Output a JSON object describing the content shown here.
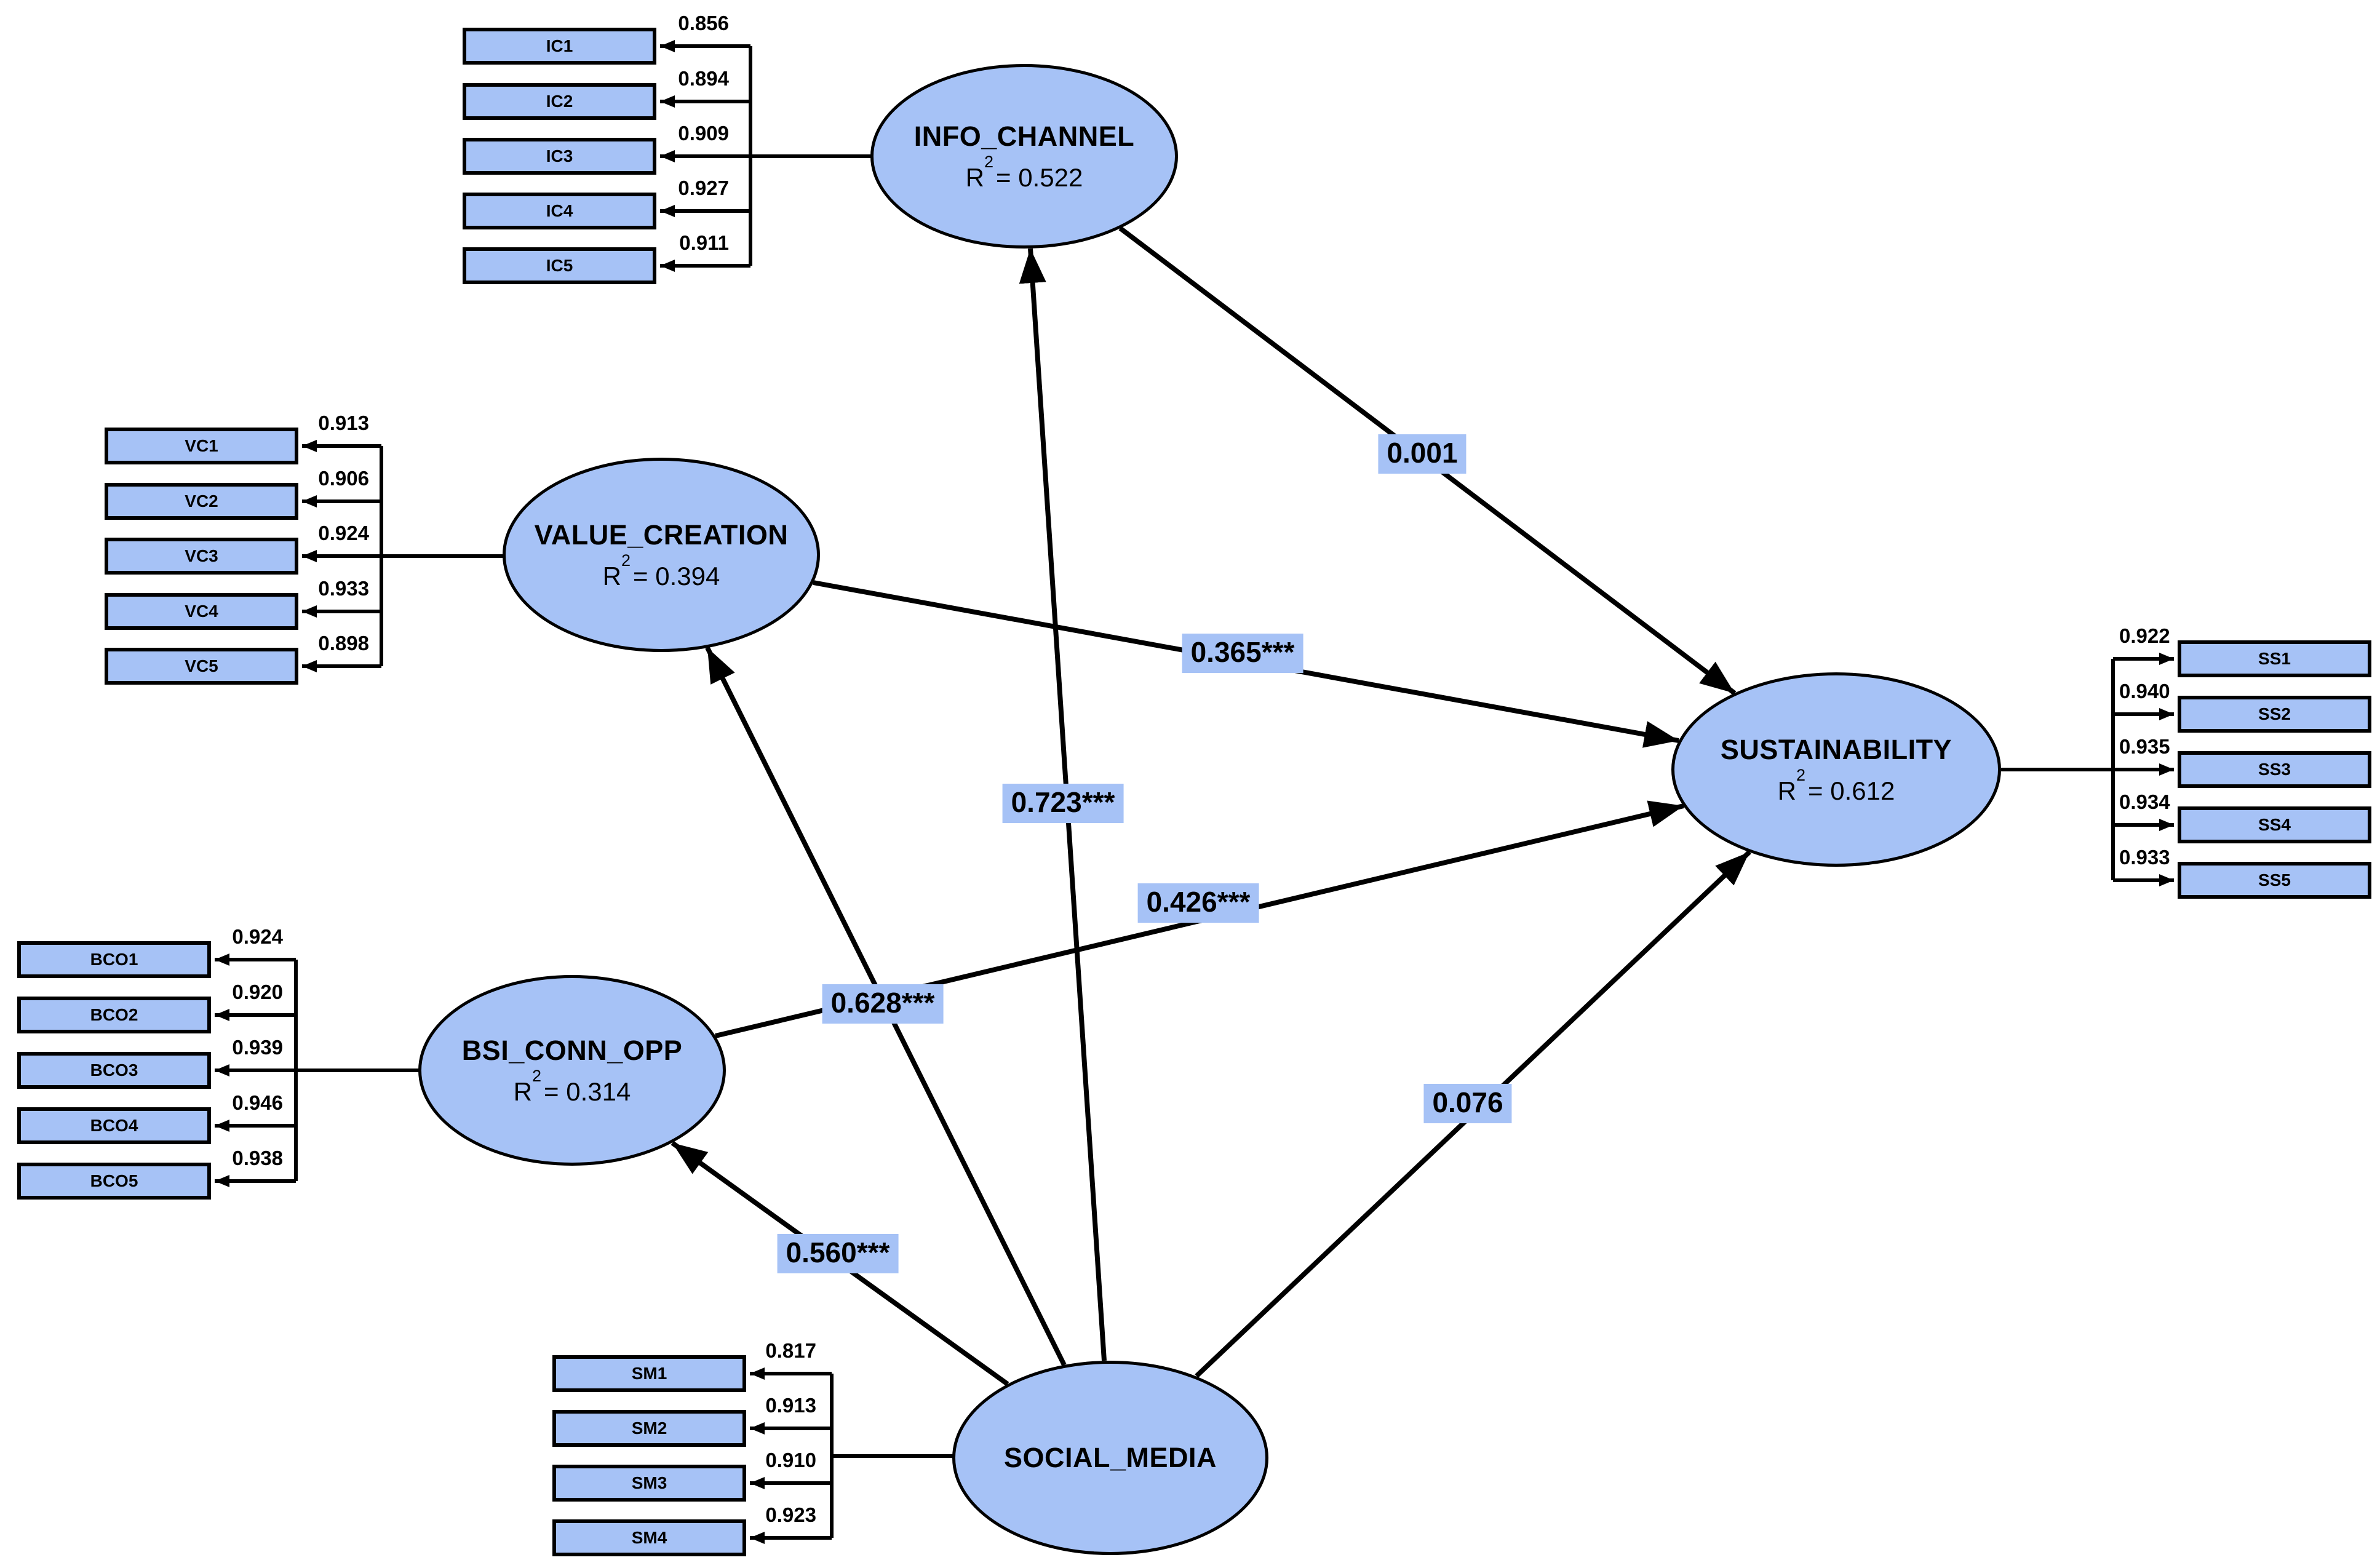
{
  "colors": {
    "shape_fill": "#a6c2f6",
    "shape_border": "#000000",
    "connector_line": "#000000",
    "coefficient_label_bg": "#a6c2f6",
    "text": "#000000",
    "background": "#ffffff"
  },
  "constructs": {
    "info_channel": {
      "label": "INFO_CHANNEL",
      "r2_base": "R",
      "r2_sup": "2",
      "r2_rest": "= 0.522"
    },
    "value_creation": {
      "label": "VALUE_CREATION",
      "r2_base": "R",
      "r2_sup": "2",
      "r2_rest": "= 0.394"
    },
    "bsi_conn_opp": {
      "label": "BSI_CONN_OPP",
      "r2_base": "R",
      "r2_sup": "2",
      "r2_rest": "= 0.314"
    },
    "social_media": {
      "label": "SOCIAL_MEDIA"
    },
    "sustainability": {
      "label": "SUSTAINABILITY",
      "r2_base": "R",
      "r2_sup": "2",
      "r2_rest": "= 0.612"
    }
  },
  "indicators": {
    "ic": [
      {
        "label": "IC1",
        "loading": "0.856"
      },
      {
        "label": "IC2",
        "loading": "0.894"
      },
      {
        "label": "IC3",
        "loading": "0.909"
      },
      {
        "label": "IC4",
        "loading": "0.927"
      },
      {
        "label": "IC5",
        "loading": "0.911"
      }
    ],
    "vc": [
      {
        "label": "VC1",
        "loading": "0.913"
      },
      {
        "label": "VC2",
        "loading": "0.906"
      },
      {
        "label": "VC3",
        "loading": "0.924"
      },
      {
        "label": "VC4",
        "loading": "0.933"
      },
      {
        "label": "VC5",
        "loading": "0.898"
      }
    ],
    "bco": [
      {
        "label": "BCO1",
        "loading": "0.924"
      },
      {
        "label": "BCO2",
        "loading": "0.920"
      },
      {
        "label": "BCO3",
        "loading": "0.939"
      },
      {
        "label": "BCO4",
        "loading": "0.946"
      },
      {
        "label": "BCO5",
        "loading": "0.938"
      }
    ],
    "sm": [
      {
        "label": "SM1",
        "loading": "0.817"
      },
      {
        "label": "SM2",
        "loading": "0.913"
      },
      {
        "label": "SM3",
        "loading": "0.910"
      },
      {
        "label": "SM4",
        "loading": "0.923"
      }
    ],
    "ss": [
      {
        "label": "SS1",
        "loading": "0.922"
      },
      {
        "label": "SS2",
        "loading": "0.940"
      },
      {
        "label": "SS3",
        "loading": "0.935"
      },
      {
        "label": "SS4",
        "loading": "0.934"
      },
      {
        "label": "SS5",
        "loading": "0.933"
      }
    ]
  },
  "paths": [
    {
      "from": "INFO_CHANNEL",
      "to": "SUSTAINABILITY",
      "coefficient": "0.001"
    },
    {
      "from": "VALUE_CREATION",
      "to": "SUSTAINABILITY",
      "coefficient": "0.365***"
    },
    {
      "from": "SOCIAL_MEDIA",
      "to": "INFO_CHANNEL",
      "coefficient": "0.723***"
    },
    {
      "from": "BSI_CONN_OPP",
      "to": "SUSTAINABILITY",
      "coefficient": "0.426***"
    },
    {
      "from": "SOCIAL_MEDIA",
      "to": "VALUE_CREATION",
      "coefficient": "0.628***"
    },
    {
      "from": "SOCIAL_MEDIA",
      "to": "BSI_CONN_OPP",
      "coefficient": "0.560***"
    },
    {
      "from": "SOCIAL_MEDIA",
      "to": "SUSTAINABILITY",
      "coefficient": "0.076"
    }
  ]
}
